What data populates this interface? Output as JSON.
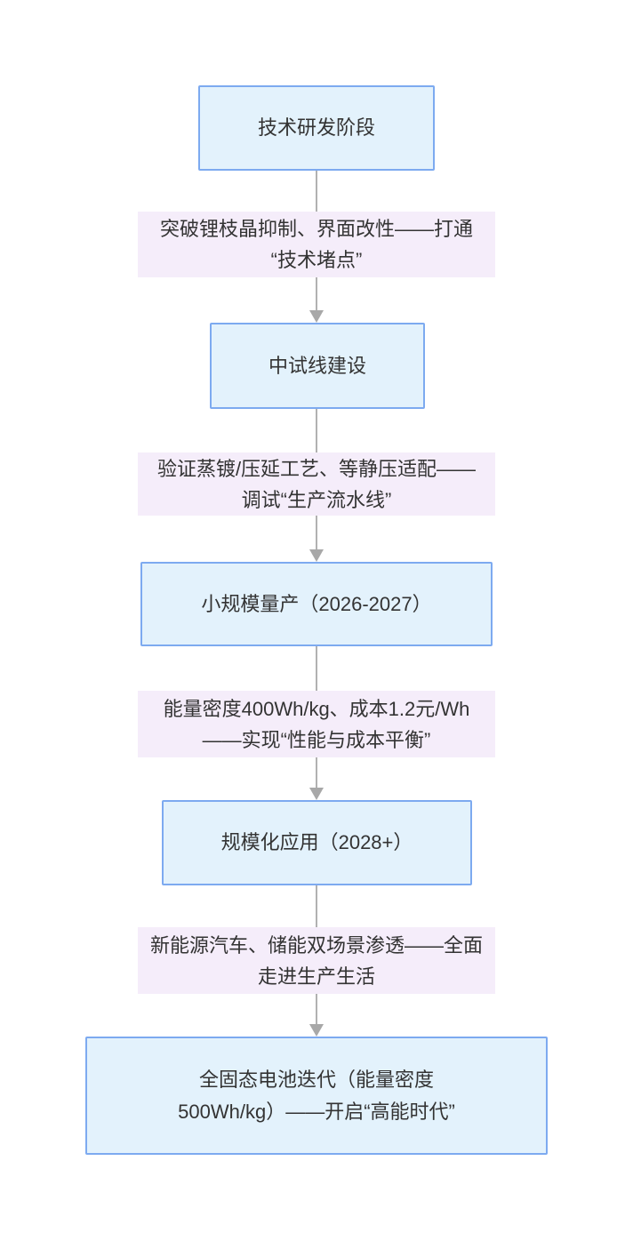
{
  "flowchart": {
    "nodes": [
      {
        "label": "技术研发阶段"
      },
      {
        "label": "中试线建设"
      },
      {
        "label": "小规模量产（2026-2027）"
      },
      {
        "label": "规模化应用（2028+）"
      },
      {
        "label": "全固态电池迭代（能量密度\n500Wh/kg）——开启“高能时代”"
      }
    ],
    "edge_labels": [
      {
        "label": "突破锂枝晶抑制、界面改性——打通\n“技术堵点”"
      },
      {
        "label": "验证蒸镀/压延工艺、等静压适配——\n调试“生产流水线”"
      },
      {
        "label": "能量密度400Wh/kg、成本1.2元/Wh\n——实现“性能与成本平衡”"
      },
      {
        "label": "新能源汽车、储能双场景渗透——全面\n走进生产生活"
      }
    ],
    "colors": {
      "node_fill": "#e3f2fc",
      "node_border": "#7daaf0",
      "edge_label_fill": "#f5edfa",
      "arrow_line": "#b1b1b1",
      "arrow_head": "#a8a8a8",
      "text": "#333333"
    }
  }
}
